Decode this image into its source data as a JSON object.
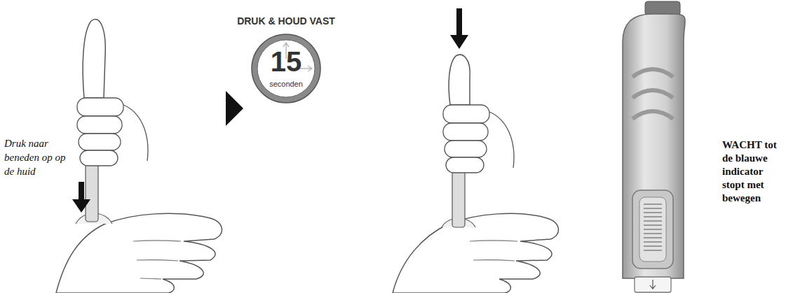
{
  "diagram": {
    "nodes": [
      {
        "text": [
          "DRUK & HOUD VAST",
          "15",
          "seconden"
        ]
      }
    ],
    "labels": [
      "Druk naar beneden op op de huid",
      "WACHT tot de blauwe indicator stopt met bewegen"
    ]
  }
}
